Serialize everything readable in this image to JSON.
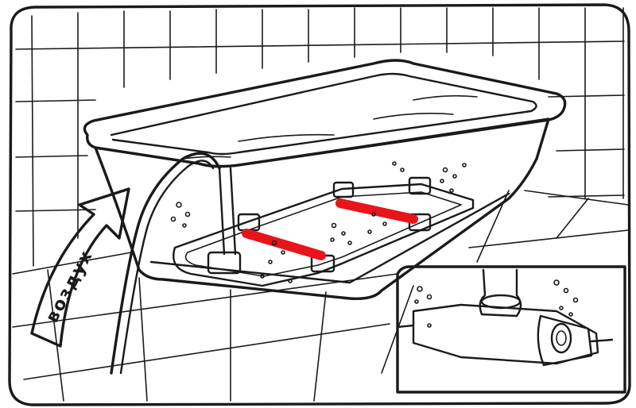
{
  "diagram": {
    "air_label": "воздух",
    "colors": {
      "ink": "#1a1a1a",
      "paper": "#ffffff",
      "highlight": "#e8141c"
    },
    "parts": [
      "bathtub",
      "perforated-pipe-frame",
      "air-hose",
      "tee-connector-detail"
    ]
  }
}
